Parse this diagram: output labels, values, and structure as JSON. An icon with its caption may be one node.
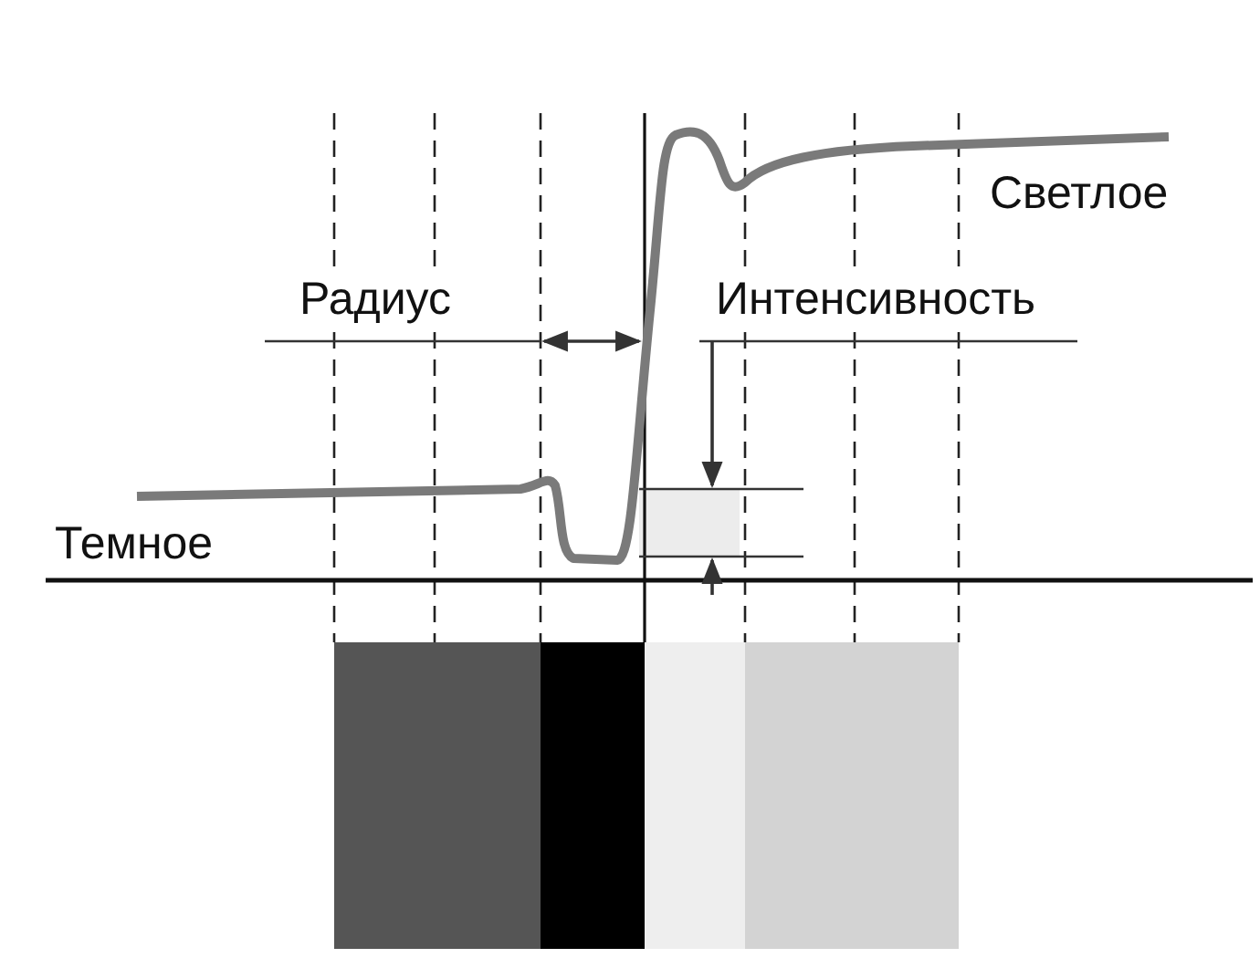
{
  "diagram": {
    "labels": [
      "Светлое",
      "Радиус",
      "Интенсивность",
      "Темное"
    ]
  }
}
